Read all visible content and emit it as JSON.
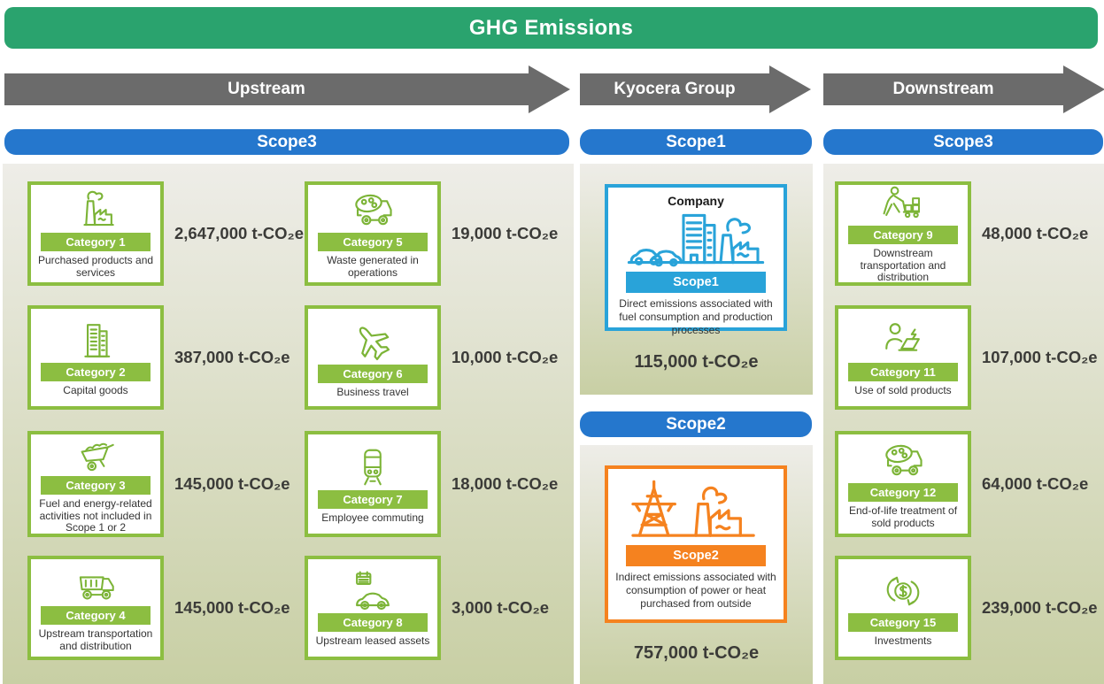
{
  "page_title": "GHG Emissions",
  "colors": {
    "banner_green": "#2aa36e",
    "arrow_gray": "#6b6b6b",
    "scope_header_blue": "#2577cd",
    "category_green": "#8cbe41",
    "icon_green": "#7cb437",
    "scope1_blue": "#29a3d9",
    "scope2_orange": "#f5821f"
  },
  "flow_stages": {
    "upstream": {
      "label": "Upstream",
      "scope": "Scope3"
    },
    "kyocera_group": {
      "label": "Kyocera Group"
    },
    "downstream": {
      "label": "Downstream",
      "scope": "Scope3"
    }
  },
  "upstream_categories": [
    {
      "badge": "Category 1",
      "name": "Purchased products and services",
      "value": "2,647,000 t-CO₂e",
      "icon": "factory-icon"
    },
    {
      "badge": "Category 2",
      "name": "Capital goods",
      "value": "387,000 t-CO₂e",
      "icon": "office-building-icon"
    },
    {
      "badge": "Category 3",
      "name": "Fuel and energy-related activities not included in Scope 1 or 2",
      "value": "145,000 t-CO₂e",
      "icon": "wheelbarrow-icon"
    },
    {
      "badge": "Category 4",
      "name": "Upstream transportation and distribution",
      "value": "145,000 t-CO₂e",
      "icon": "dump-truck-icon"
    },
    {
      "badge": "Category 5",
      "name": "Waste generated in operations",
      "value": "19,000 t-CO₂e",
      "icon": "garbage-truck-icon"
    },
    {
      "badge": "Category 6",
      "name": "Business travel",
      "value": "10,000 t-CO₂e",
      "icon": "airplane-icon"
    },
    {
      "badge": "Category 7",
      "name": "Employee commuting",
      "value": "18,000 t-CO₂e",
      "icon": "train-icon"
    },
    {
      "badge": "Category 8",
      "name": "Upstream leased assets",
      "value": "3,000 t-CO₂e",
      "icon": "car-calendar-icon"
    }
  ],
  "kyocera_group": {
    "scope1_header": "Scope1",
    "scope2_header": "Scope2",
    "scope1_card": {
      "heading": "Company",
      "badge": "Scope1",
      "description": "Direct emissions associated with fuel consumption and production processes",
      "value": "115,000 t-CO₂e",
      "icon": "company-scene-icon"
    },
    "scope2_card": {
      "badge": "Scope2",
      "description": "Indirect emissions associated with consumption of power or heat purchased from outside",
      "value": "757,000 t-CO₂e",
      "icon": "power-grid-scene-icon"
    }
  },
  "downstream_categories": [
    {
      "badge": "Category 9",
      "name": "Downstream transportation and distribution",
      "value": "48,000 t-CO₂e",
      "icon": "cart-porter-icon"
    },
    {
      "badge": "Category 11",
      "name": "Use of sold products",
      "value": "107,000 t-CO₂e",
      "icon": "laptop-user-icon"
    },
    {
      "badge": "Category 12",
      "name": "End-of-life treatment of sold products",
      "value": "64,000 t-CO₂e",
      "icon": "garbage-truck-icon"
    },
    {
      "badge": "Category 15",
      "name": "Investments",
      "value": "239,000 t-CO₂e",
      "icon": "money-cycle-icon"
    }
  ]
}
